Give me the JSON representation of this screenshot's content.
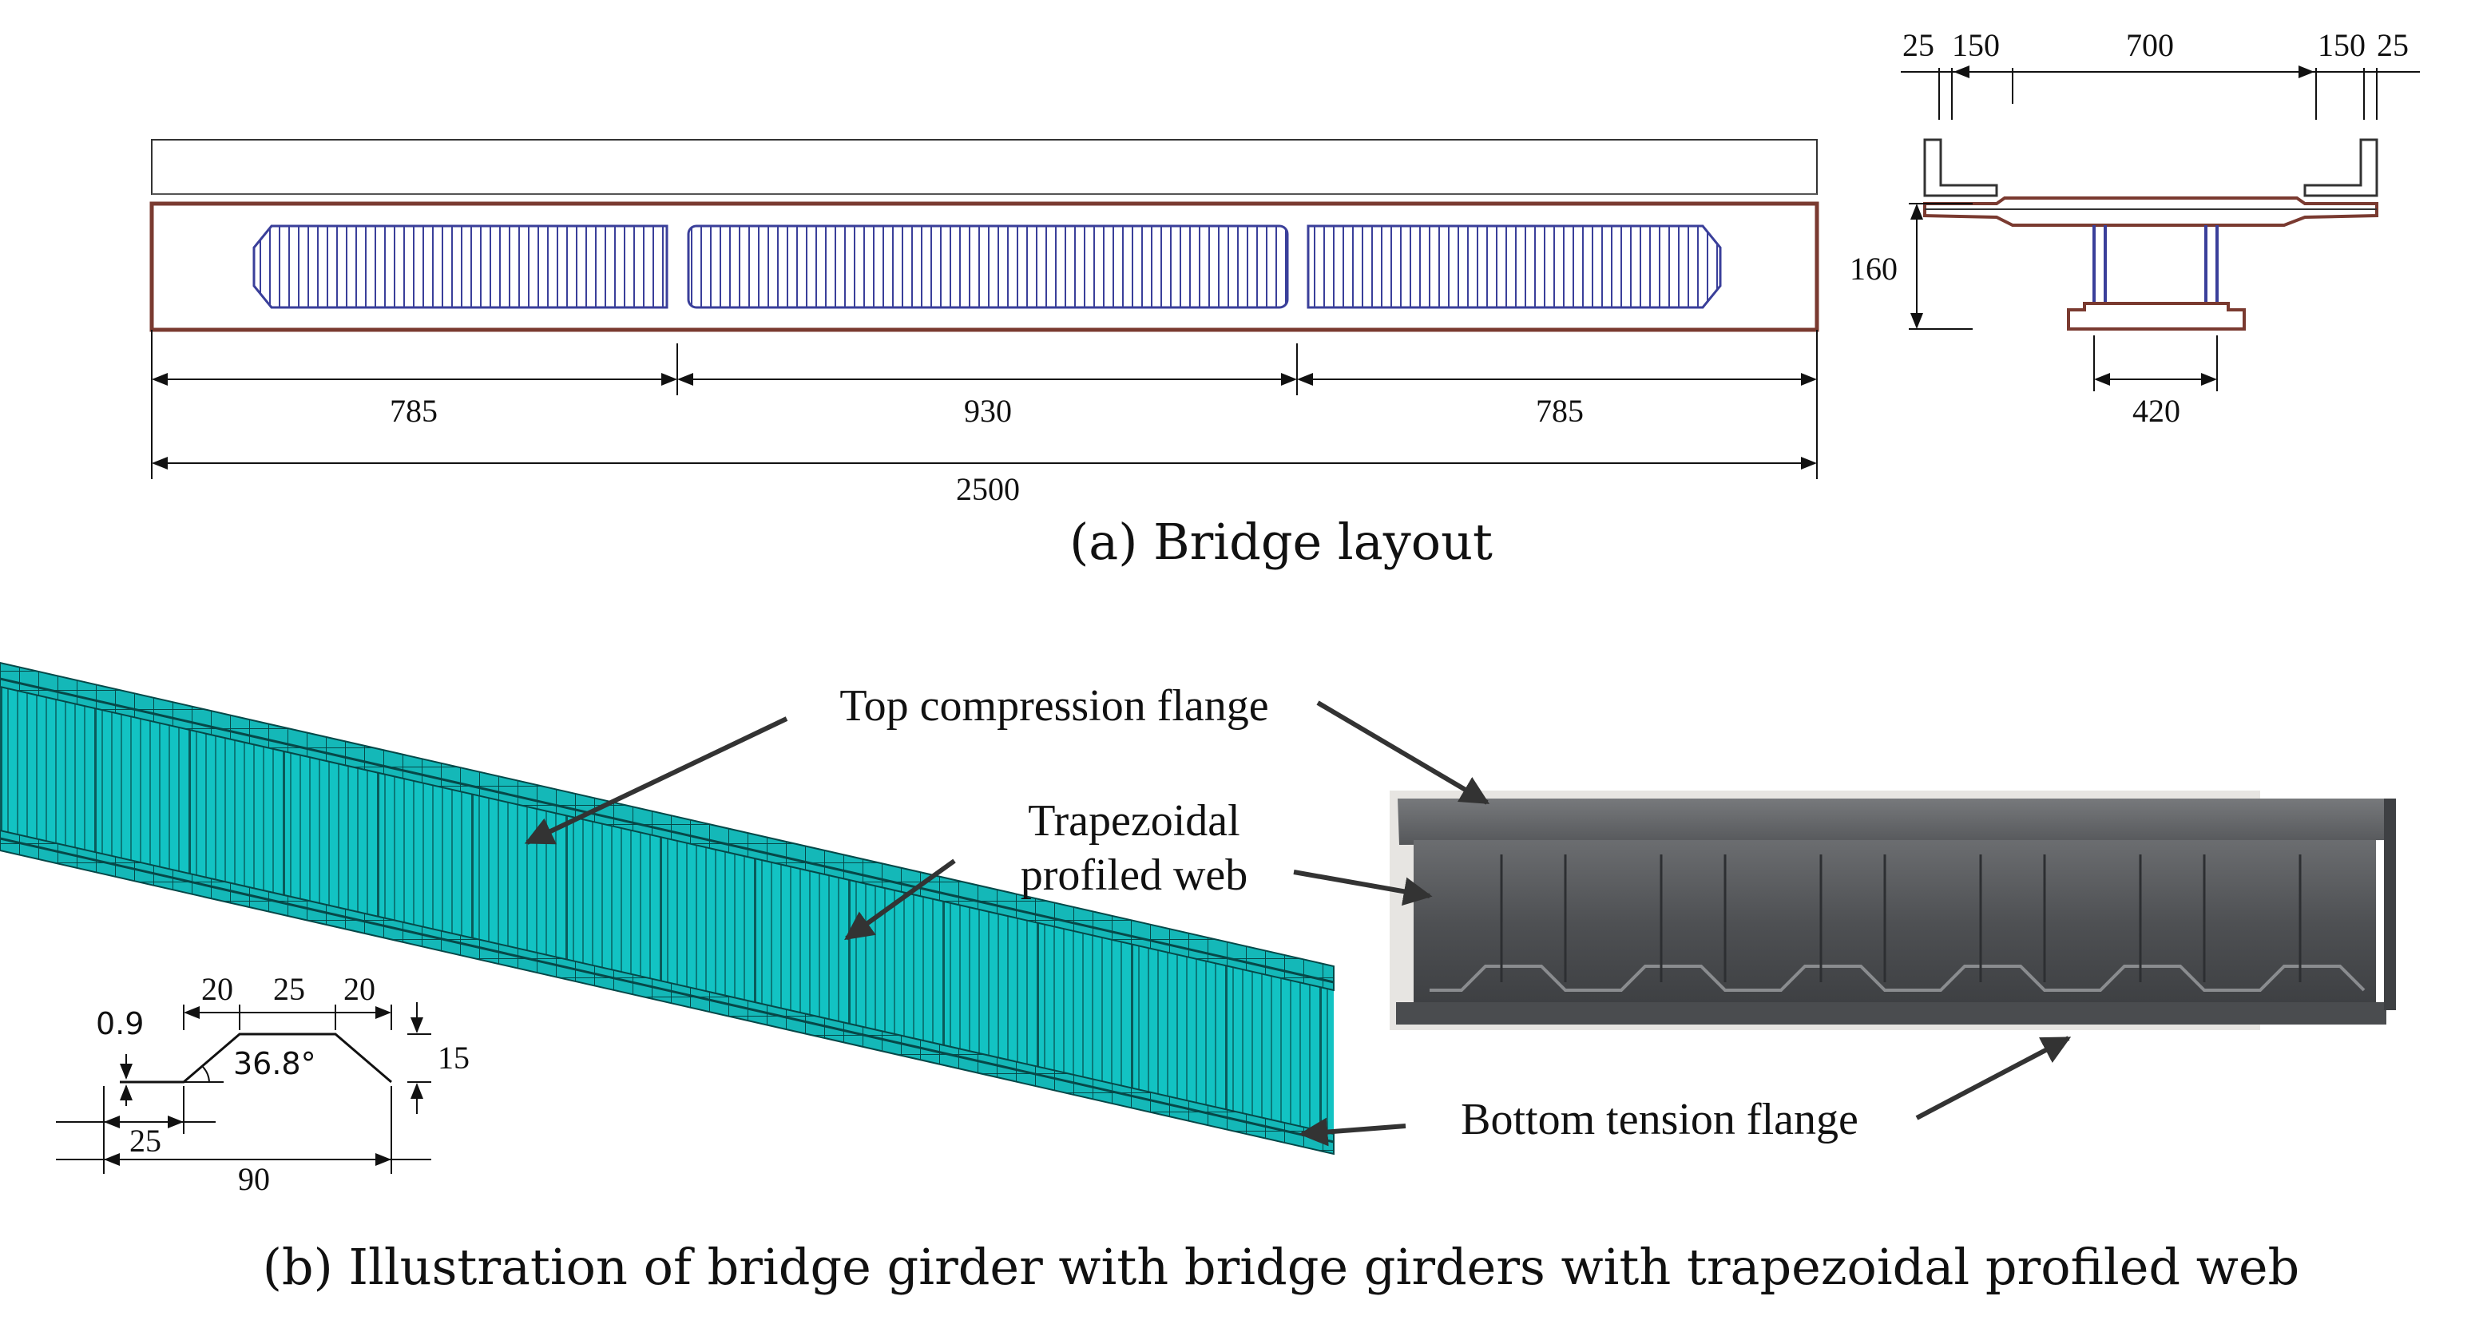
{
  "figure": {
    "caption_a": "(a)  Bridge layout",
    "caption_b": "(b)  Illustration of bridge girder with bridge girders with trapezoidal profiled web"
  },
  "elevation": {
    "dim_span_left": "785",
    "dim_span_mid": "930",
    "dim_span_right": "785",
    "dim_total": "2500"
  },
  "section": {
    "dim_25_left": "25",
    "dim_150_left": "150",
    "dim_700": "700",
    "dim_150_right": "150",
    "dim_25_right": "25",
    "dim_height": "160",
    "dim_bottom": "420"
  },
  "web_detail": {
    "thickness": "0.9",
    "seg_1": "20",
    "seg_2": "25",
    "seg_3": "20",
    "angle": "36.8°",
    "depth": "15",
    "flat": "25",
    "period": "90"
  },
  "labels": {
    "top_flange": "Top compression flange",
    "web_line1": "Trapezoidal",
    "web_line2": "profiled web",
    "bottom_flange": "Bottom tension flange"
  },
  "colors": {
    "girder_outline": "#7a3a30",
    "web_hatch": "#3a3f9a",
    "fe_model": "#12c3c3",
    "photo_gray": "#5b5d60"
  }
}
